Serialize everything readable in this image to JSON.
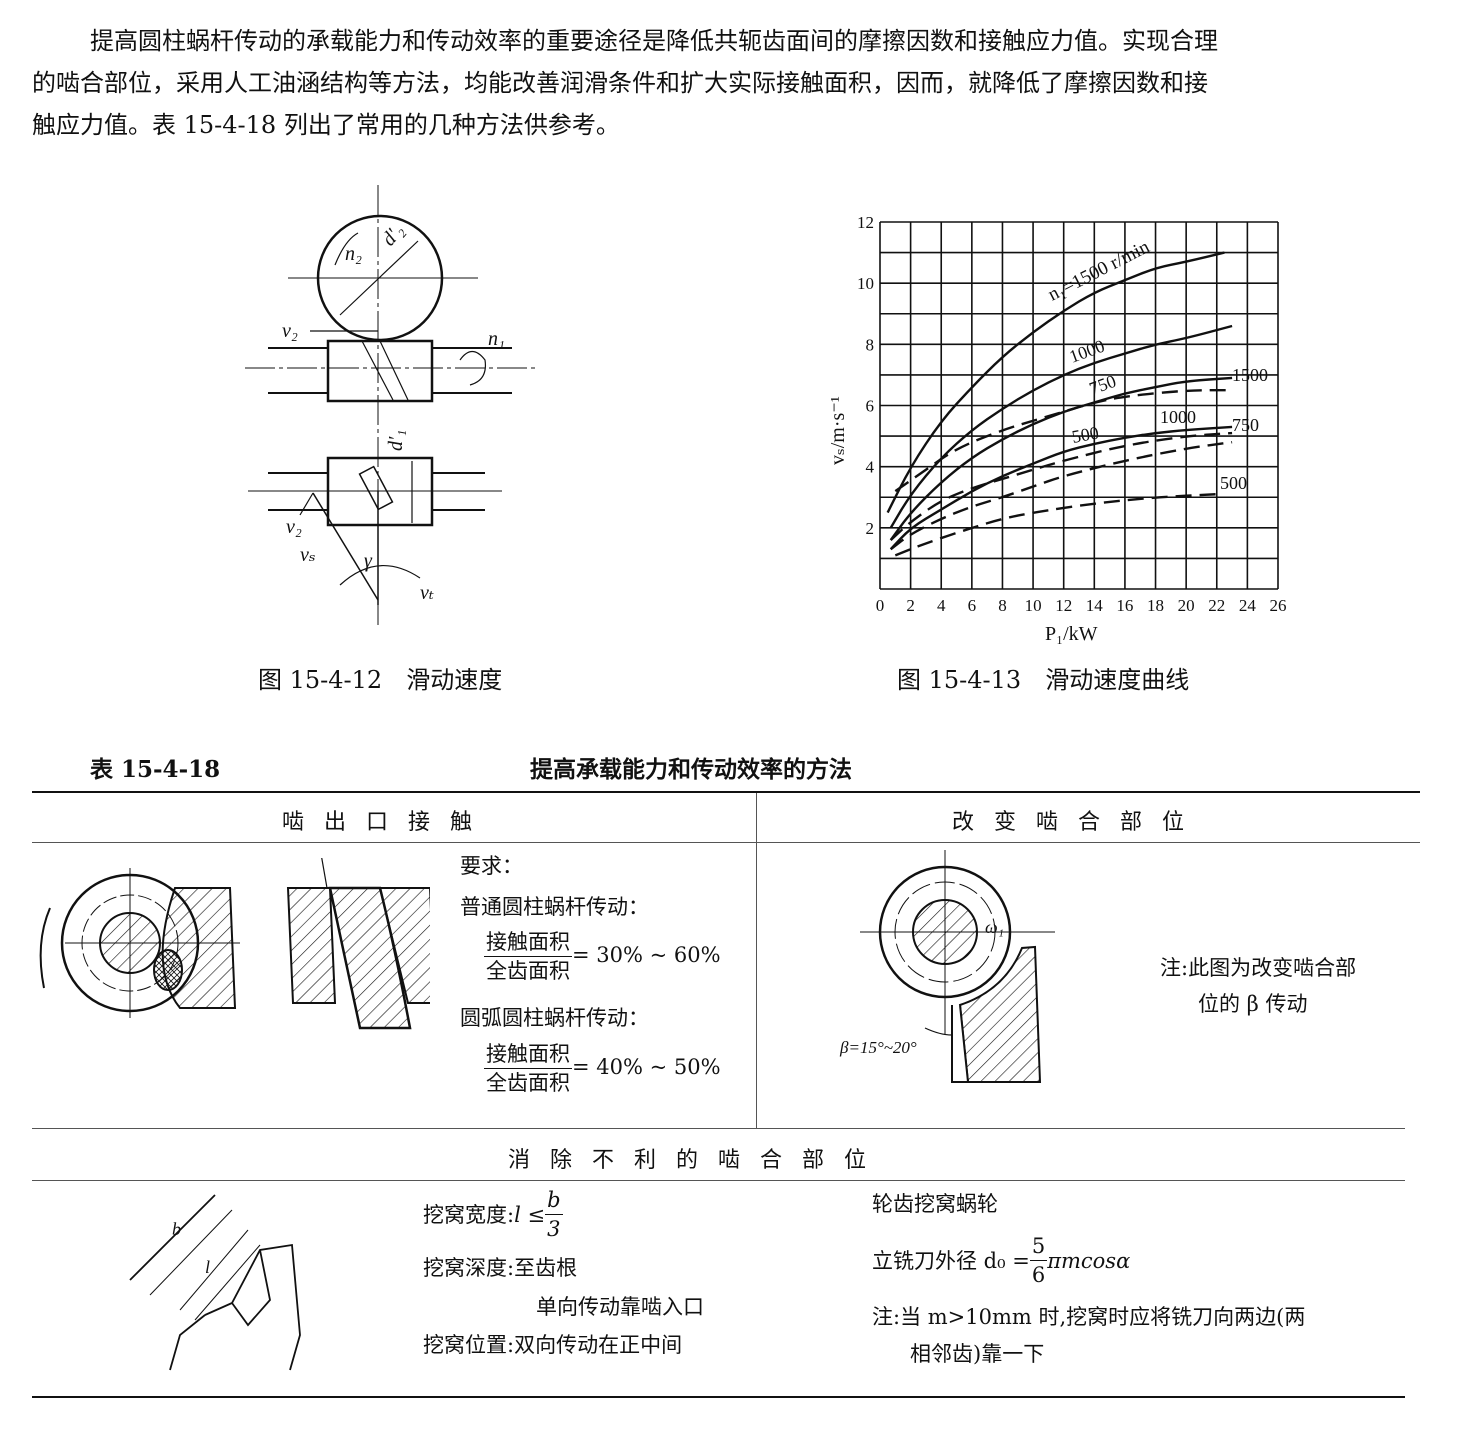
{
  "intro": {
    "lines": [
      "提高圆柱蜗杆传动的承载能力和传动效率的重要途径是降低共轭齿面间的摩擦因数和接触应力值。实现合理",
      "的啮合部位，采用人工油涵结构等方法，均能改善润滑条件和扩大实际接触面积，因而，就降低了摩擦因数和接",
      "触应力值。表 15-4-18 列出了常用的几种方法供参考。"
    ]
  },
  "figure_12": {
    "caption": "图 15-4-12　滑动速度",
    "labels": {
      "n2": "n₂",
      "d2": "d′₂",
      "v2_top": "v₂",
      "n1": "n₁",
      "d1": "d′₁",
      "v2_bottom": "v₂",
      "vs": "vₛ",
      "gamma": "γ",
      "vt": "vₜ"
    }
  },
  "figure_13": {
    "caption": "图 15-4-13　滑动速度曲线"
  },
  "chart_data": {
    "type": "line",
    "title": "",
    "xlabel": "P₁/kW",
    "ylabel": "vₛ/m·s⁻¹",
    "xlim": [
      0,
      26
    ],
    "ylim": [
      0,
      12
    ],
    "xticks": [
      "0",
      "2",
      "4",
      "6",
      "8",
      "10",
      "12",
      "14",
      "16",
      "18",
      "20",
      "22",
      "24",
      "26"
    ],
    "yticks": [
      "2",
      "4",
      "6",
      "8",
      "10",
      "12"
    ],
    "grid": true,
    "series": [
      {
        "name": "n₁=1500 r/min",
        "style": "solid",
        "label": "n₁=1500 r/min",
        "points": [
          [
            0.5,
            2.5
          ],
          [
            2,
            4
          ],
          [
            4,
            5.5
          ],
          [
            6,
            6.6
          ],
          [
            8,
            7.6
          ],
          [
            10,
            8.4
          ],
          [
            12,
            9.1
          ],
          [
            14,
            9.7
          ],
          [
            16,
            10.1
          ],
          [
            18,
            10.5
          ],
          [
            20,
            10.7
          ],
          [
            22.5,
            11
          ]
        ]
      },
      {
        "name": "1000 (solid)",
        "style": "solid",
        "label": "1000",
        "points": [
          [
            0.7,
            2
          ],
          [
            2,
            3.1
          ],
          [
            4,
            4.3
          ],
          [
            6,
            5.2
          ],
          [
            8,
            5.9
          ],
          [
            10,
            6.5
          ],
          [
            12,
            7
          ],
          [
            14,
            7.4
          ],
          [
            16,
            7.7
          ],
          [
            18,
            8
          ],
          [
            20,
            8.2
          ],
          [
            23,
            8.6
          ]
        ]
      },
      {
        "name": "750 (solid)",
        "style": "solid",
        "label": "750",
        "points": [
          [
            0.7,
            1.6
          ],
          [
            2,
            2.5
          ],
          [
            4,
            3.5
          ],
          [
            6,
            4.3
          ],
          [
            8,
            4.9
          ],
          [
            10,
            5.4
          ],
          [
            12,
            5.8
          ],
          [
            14,
            6.1
          ],
          [
            16,
            6.4
          ],
          [
            18,
            6.6
          ],
          [
            20,
            6.8
          ],
          [
            23,
            6.9
          ]
        ]
      },
      {
        "name": "500 (solid)",
        "style": "solid",
        "label": "500",
        "points": [
          [
            0.7,
            1.3
          ],
          [
            2,
            2
          ],
          [
            4,
            2.6
          ],
          [
            6,
            3.2
          ],
          [
            8,
            3.7
          ],
          [
            10,
            4.1
          ],
          [
            12,
            4.5
          ],
          [
            14,
            4.75
          ],
          [
            16,
            4.95
          ],
          [
            18,
            5.1
          ],
          [
            20,
            5.2
          ],
          [
            23,
            5.3
          ]
        ]
      },
      {
        "name": "1500 (dashed)",
        "style": "dashed",
        "label": "1500",
        "points": [
          [
            1,
            3.2
          ],
          [
            3,
            3.9
          ],
          [
            5,
            4.6
          ],
          [
            8,
            5.2
          ],
          [
            10,
            5.5
          ],
          [
            12,
            5.8
          ],
          [
            14,
            6.1
          ],
          [
            16,
            6.3
          ],
          [
            20,
            6.5
          ],
          [
            23,
            6.5
          ]
        ]
      },
      {
        "name": "1000 (dashed)",
        "style": "dashed",
        "label": "1000",
        "points": [
          [
            0.7,
            1.6
          ],
          [
            2,
            2.2
          ],
          [
            4,
            2.9
          ],
          [
            6,
            3.3
          ],
          [
            8,
            3.6
          ],
          [
            10,
            3.9
          ],
          [
            12,
            4.2
          ],
          [
            16,
            4.7
          ],
          [
            20,
            5.0
          ],
          [
            23,
            5.1
          ]
        ]
      },
      {
        "name": "750 (dashed)",
        "style": "dashed",
        "label": "750",
        "points": [
          [
            0.7,
            1.3
          ],
          [
            2,
            1.8
          ],
          [
            4,
            2.3
          ],
          [
            6,
            2.7
          ],
          [
            8,
            3.0
          ],
          [
            10,
            3.35
          ],
          [
            12,
            3.7
          ],
          [
            16,
            4.2
          ],
          [
            20,
            4.6
          ],
          [
            23,
            4.8
          ]
        ]
      },
      {
        "name": "500 (dashed)",
        "style": "dashed",
        "label": "500",
        "points": [
          [
            1,
            1.1
          ],
          [
            3,
            1.5
          ],
          [
            6,
            2
          ],
          [
            8,
            2.3
          ],
          [
            10,
            2.5
          ],
          [
            14,
            2.8
          ],
          [
            18,
            3.0
          ],
          [
            22,
            3.1
          ]
        ]
      }
    ]
  },
  "table": {
    "number": "表 15-4-18",
    "title": "提高承载能力和传动效率的方法",
    "section1": {
      "header": "啮出口接触",
      "requirements_label": "要求：",
      "ordinary_label": "普通圆柱蜗杆传动：",
      "ordinary_num": "接触面积",
      "ordinary_den": "全齿面积",
      "ordinary_value": "= 30% ~ 60%",
      "arc_label": "圆弧圆柱蜗杆传动：",
      "arc_num": "接触面积",
      "arc_den": "全齿面积",
      "arc_value": "= 40% ~ 50%"
    },
    "section2": {
      "header": "改变啮合部位",
      "omega_label": "ω₁",
      "beta_label": "β=15°~20°",
      "note_line1": "注:此图为改变啮合部",
      "note_line2": "位的 β 传动"
    },
    "section3": {
      "header": "消除不利的啮合部位",
      "b_label": "b",
      "l_label": "l",
      "width_label": "挖窝宽度:",
      "width_expr": "l ≤",
      "width_num": "b",
      "width_den": "3",
      "depth_label": "挖窝深度:",
      "depth_value": "至齿根",
      "single_dir": "单向传动靠啮入口",
      "position_label": "挖窝位置:",
      "position_value": "双向传动在正中间",
      "wheel_title": "轮齿挖窝蜗轮",
      "cutter_label": "立铣刀外径 d₀ =",
      "cutter_num": "5",
      "cutter_den": "6",
      "cutter_tail": "πmcosα",
      "note_line1": "注:当 m>10mm 时,挖窝时应将铣刀向两边(两",
      "note_line2": "相邻齿)靠一下"
    }
  }
}
